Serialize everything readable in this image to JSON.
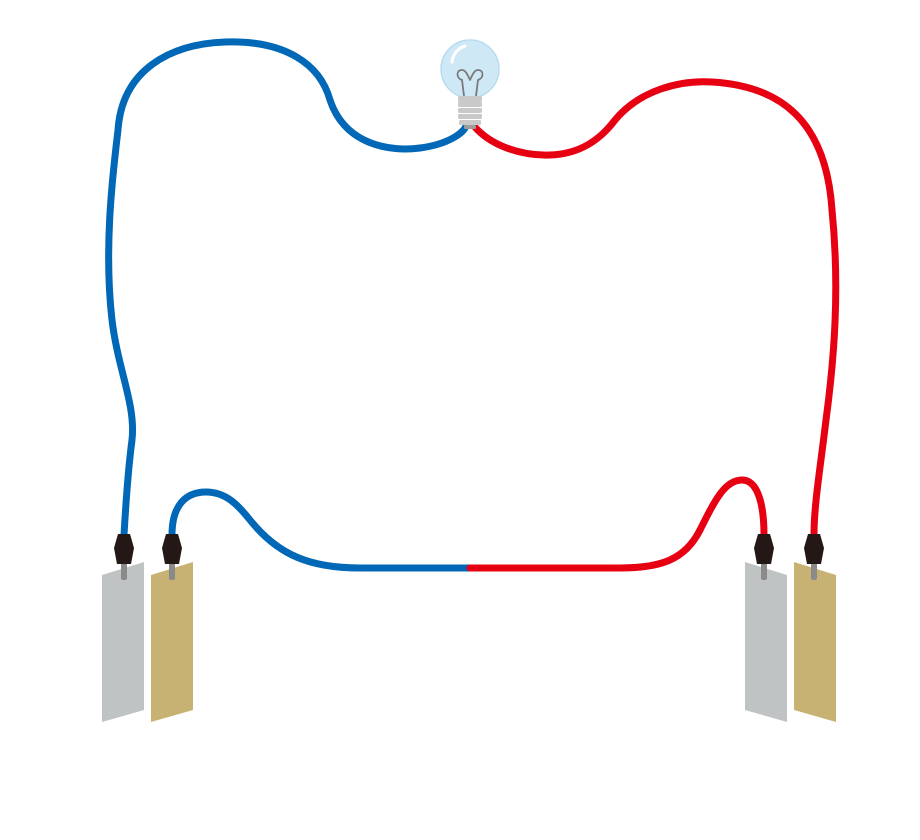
{
  "diagram": {
    "type": "circuit",
    "components": {
      "bulb": {
        "icon": "light-bulb-icon",
        "state": "off"
      },
      "left_cell": {
        "electrodes": [
          "zinc-plate",
          "copper-plate"
        ]
      },
      "right_cell": {
        "electrodes": [
          "zinc-plate",
          "copper-plate"
        ]
      }
    },
    "wires": [
      {
        "id": "wire-left-to-bulb",
        "color": "blue"
      },
      {
        "id": "wire-bulb-to-right",
        "color": "red"
      },
      {
        "id": "wire-between-cells-blue",
        "color": "blue"
      },
      {
        "id": "wire-between-cells-red",
        "color": "red"
      }
    ]
  },
  "colors": {
    "blue_wire": "#0068b7",
    "red_wire": "#e60012",
    "zinc_plate": "#bfc3c4",
    "copper_plate": "#c8b273",
    "clip": "#231815",
    "clip_pin": "#8a8a8a",
    "bulb_glass": "#cfe8f6",
    "bulb_base": "#c9c9c9",
    "filament": "#7a7a7a"
  }
}
